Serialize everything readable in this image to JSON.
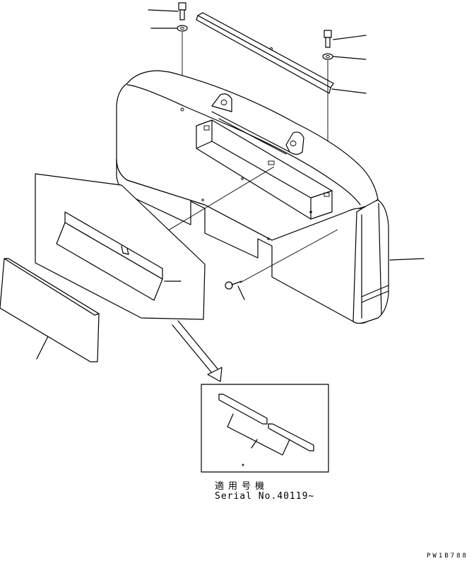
{
  "serial_note": {
    "applicable_models": "適用号機",
    "serial": "Serial No.40119~"
  },
  "drawing_code": "PW1B788"
}
